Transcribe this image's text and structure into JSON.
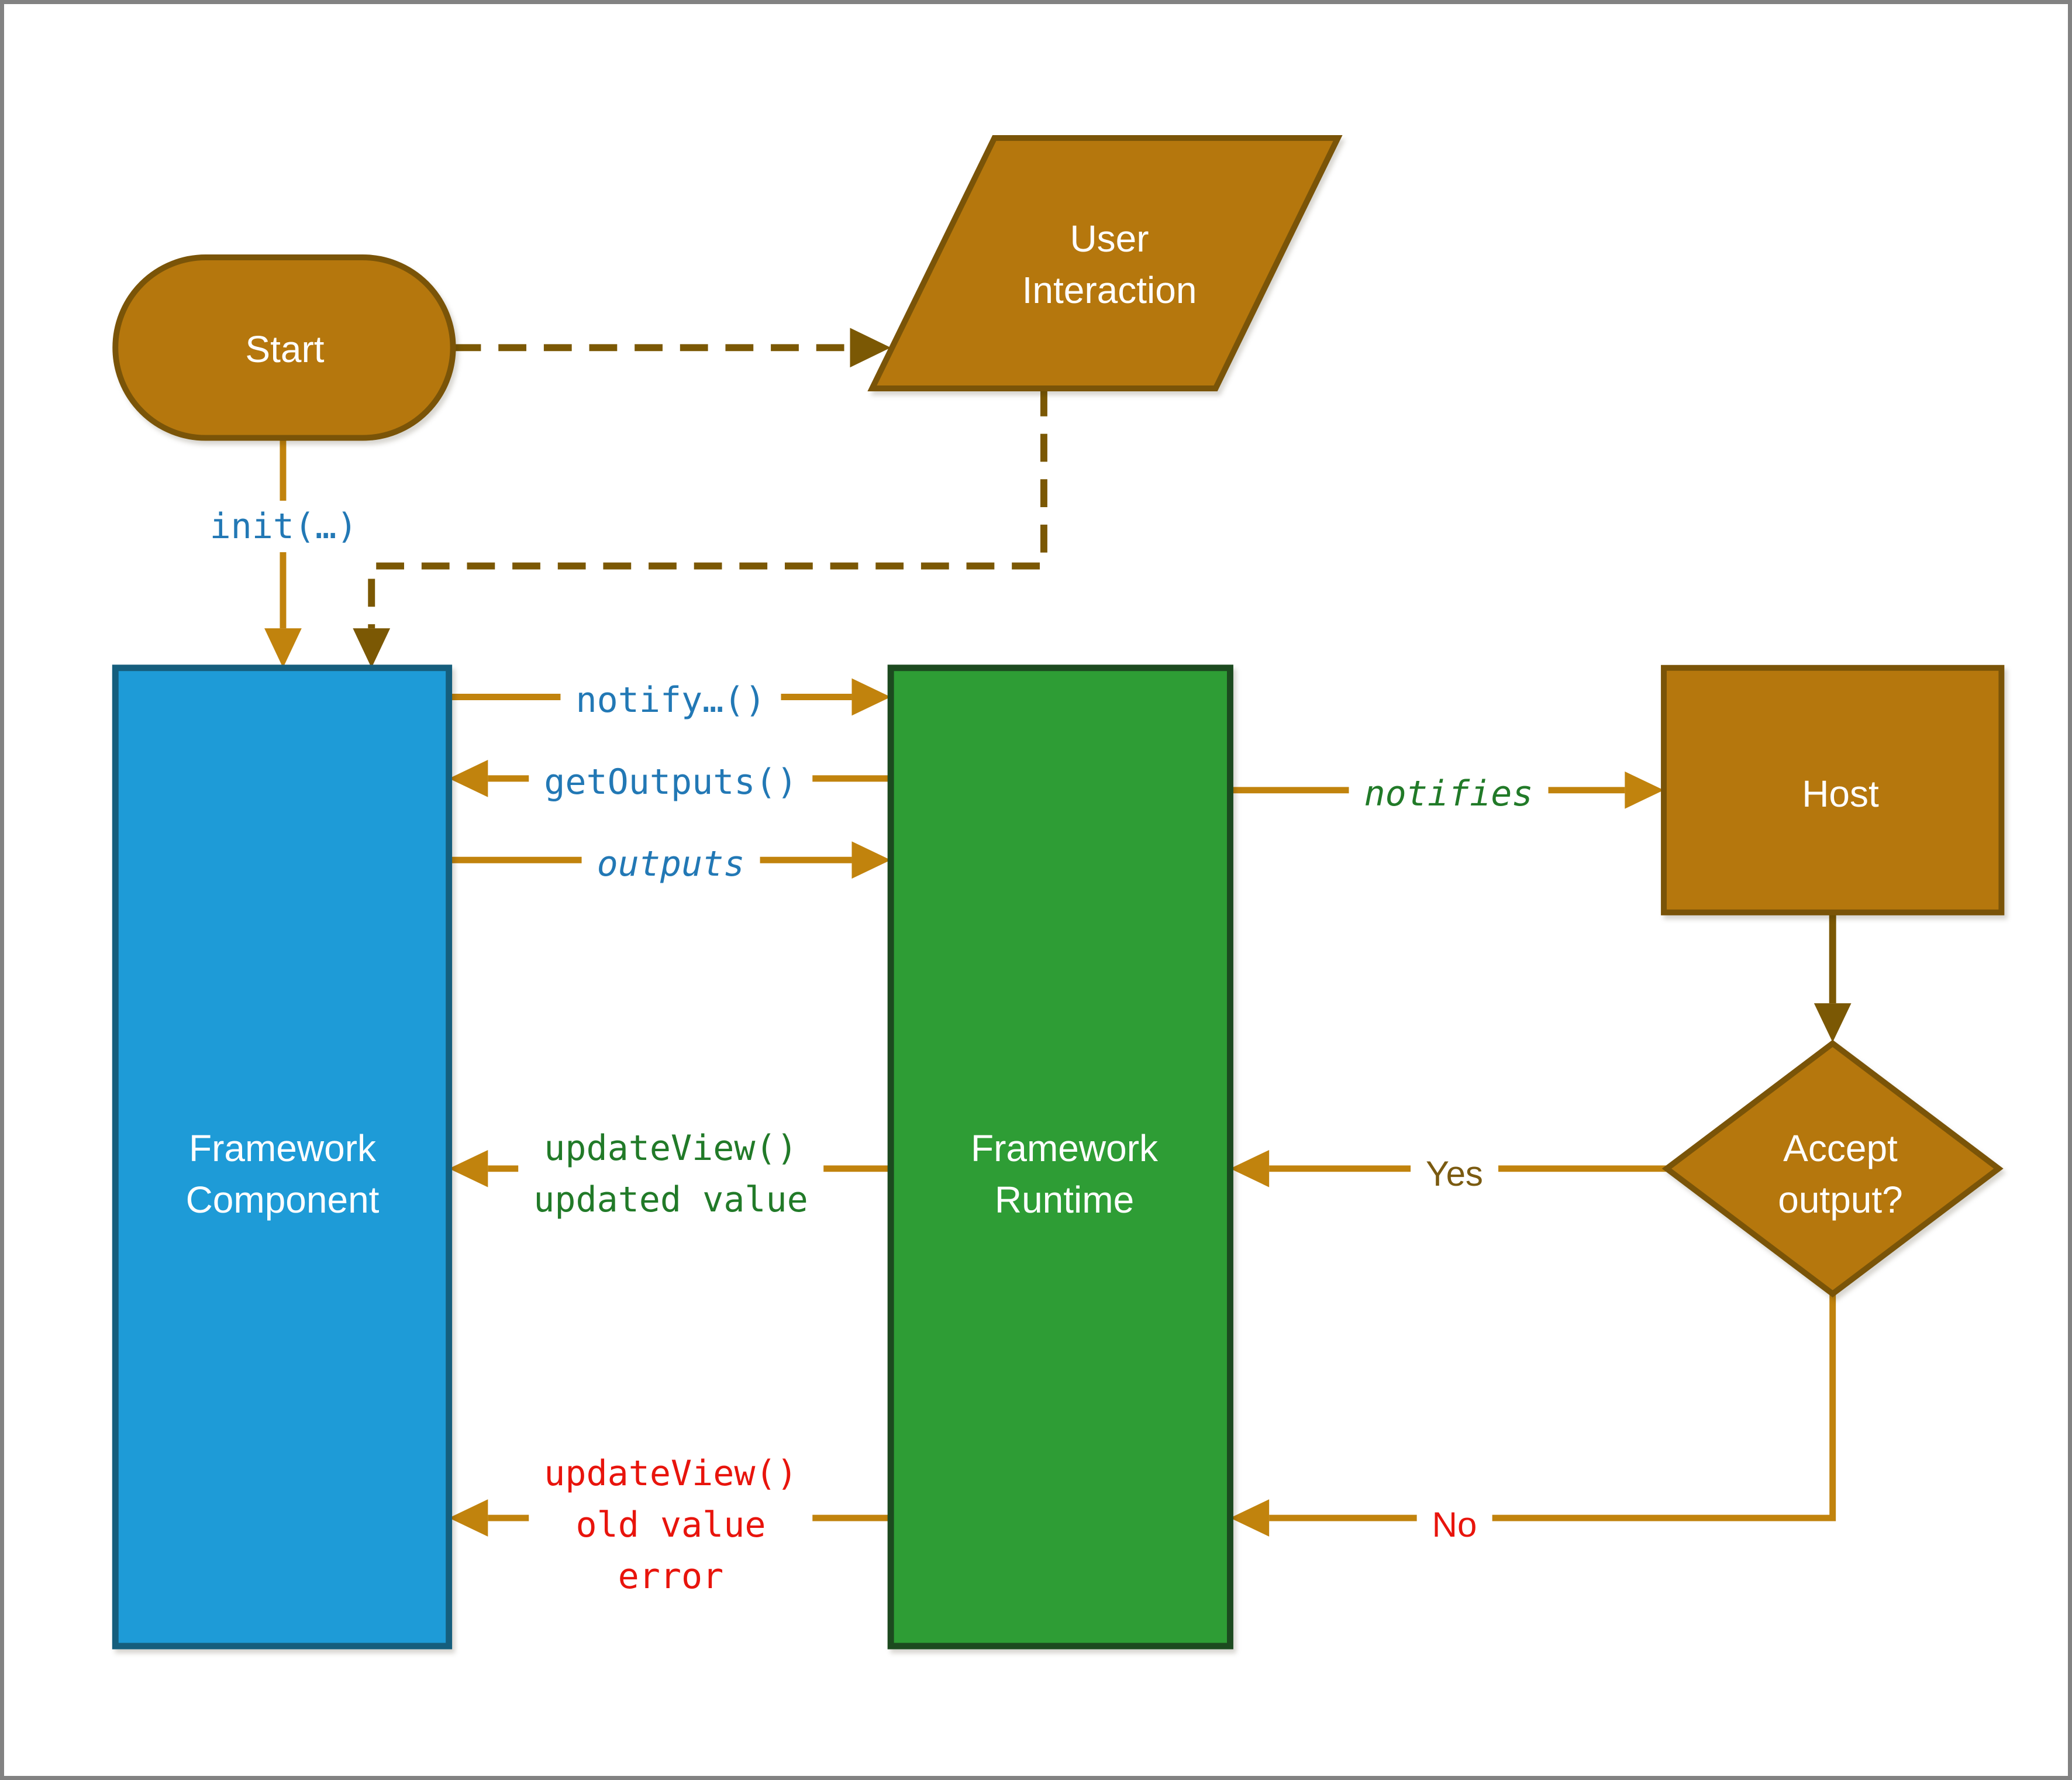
{
  "title": "Framework component lifecycle flowchart",
  "colors": {
    "canvas_border": "#828282",
    "arrow_orange": "#C1830D",
    "arrow_dark_brown": "#7B5804",
    "node_brown_fill": "#B5770D",
    "node_brown_border": "#7A5408",
    "blue_fill": "#1E9BD7",
    "blue_border": "#155E7D",
    "green_fill": "#2E9D35",
    "green_border": "#1C4A1F",
    "text_white": "#FFFFFF",
    "label_blue": "#2278B5",
    "label_green": "#217A28",
    "label_red": "#E8140C",
    "label_brown": "#7A5A10"
  },
  "nodes": {
    "start": {
      "label": "Start"
    },
    "user_interaction": {
      "line1": "User",
      "line2": "Interaction"
    },
    "framework_component": {
      "line1": "Framework",
      "line2": "Component"
    },
    "framework_runtime": {
      "line1": "Framework",
      "line2": "Runtime"
    },
    "host": {
      "label": "Host"
    },
    "accept_output": {
      "line1": "Accept",
      "line2": "output?"
    }
  },
  "edges": {
    "init": {
      "label": "init(…)"
    },
    "notify": {
      "label": "notify…()"
    },
    "get_outputs": {
      "label": "getOutputs()"
    },
    "outputs": {
      "label": "outputs"
    },
    "notifies": {
      "label": "notifies"
    },
    "update_view_success": {
      "line1": "updateView()",
      "line2": "updated value"
    },
    "update_view_error": {
      "line1": "updateView()",
      "line2": "old value",
      "line3": "error"
    },
    "yes": {
      "label": "Yes"
    },
    "no": {
      "label": "No"
    }
  }
}
